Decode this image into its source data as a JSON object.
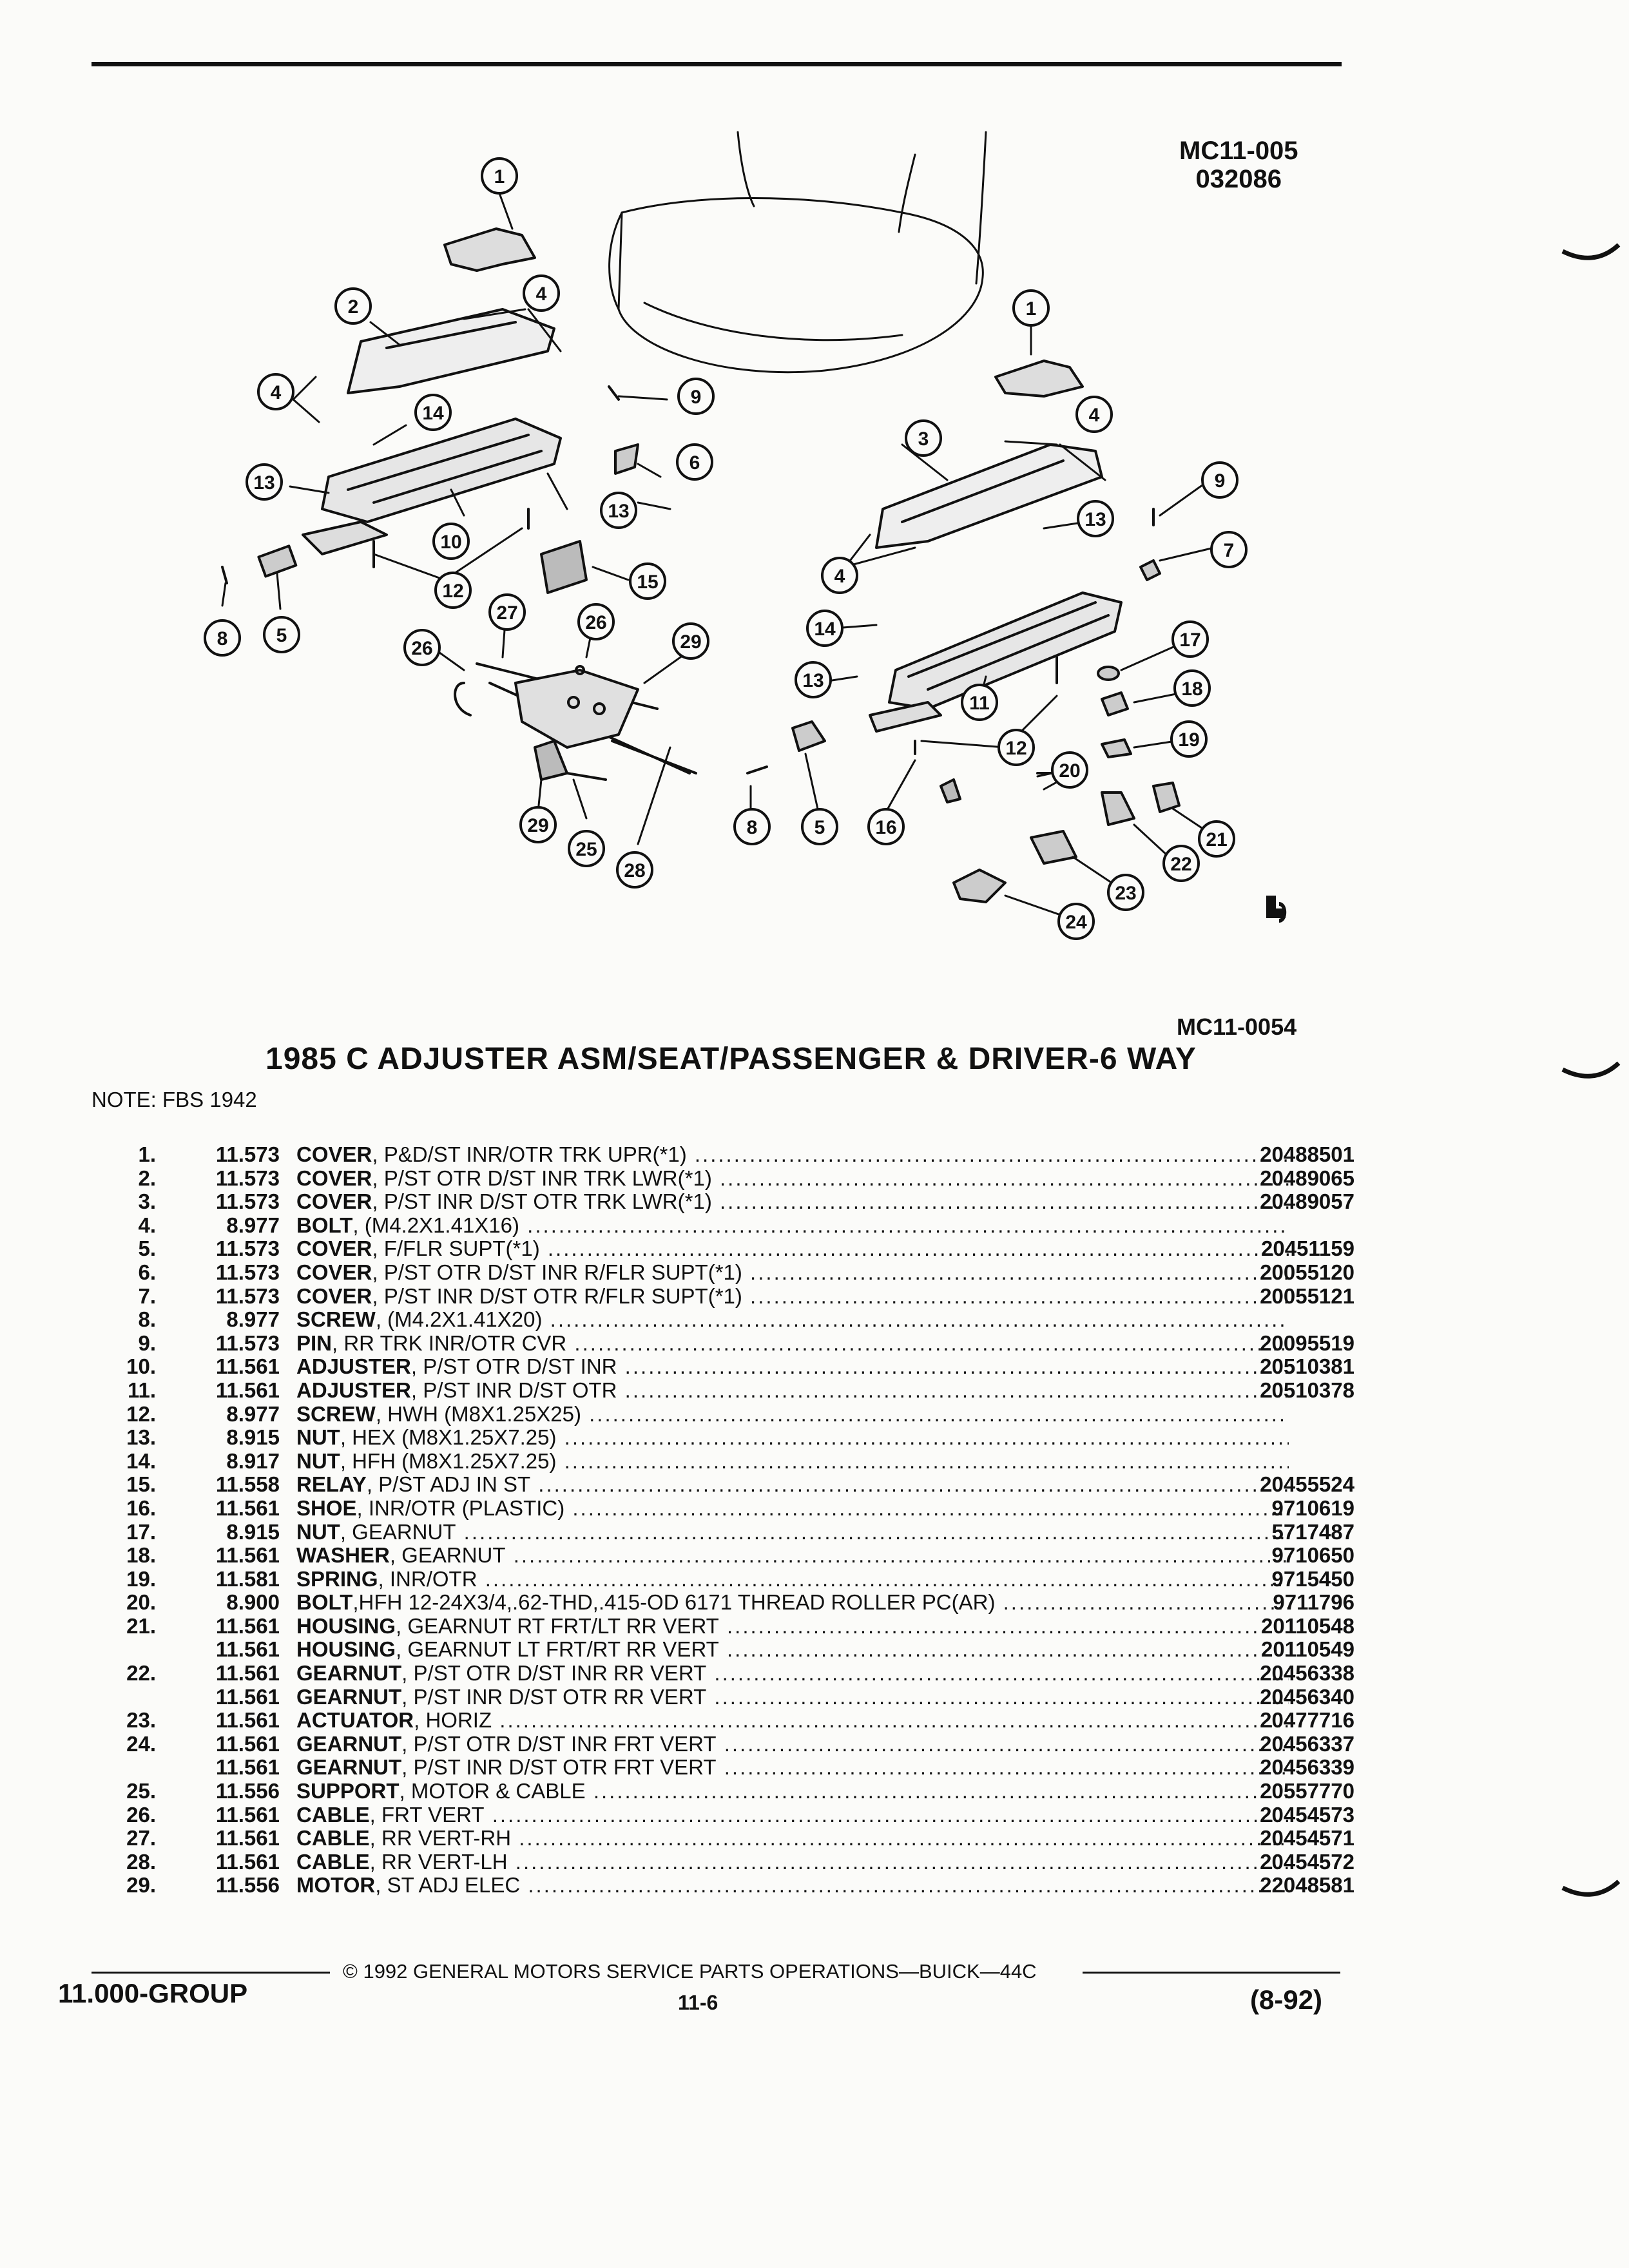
{
  "diagram": {
    "code_top_line1": "MC11-005",
    "code_top_line2": "032086",
    "code_bottom": "MC11-0054",
    "callouts": {
      "c1a": "1",
      "c1b": "1",
      "c2": "2",
      "c3": "3",
      "c4a": "4",
      "c4b": "4",
      "c4c": "4",
      "c4d": "4",
      "c5a": "5",
      "c5b": "5",
      "c6": "6",
      "c7": "7",
      "c8a": "8",
      "c8b": "8",
      "c9a": "9",
      "c9b": "9",
      "c10": "10",
      "c11": "11",
      "c12a": "12",
      "c12b": "12",
      "c13a": "13",
      "c13b": "13",
      "c13c": "13",
      "c13d": "13",
      "c14a": "14",
      "c14b": "14",
      "c15": "15",
      "c16": "16",
      "c17": "17",
      "c18": "18",
      "c19": "19",
      "c20": "20",
      "c21": "21",
      "c22": "22",
      "c23": "23",
      "c24": "24",
      "c25": "25",
      "c26a": "26",
      "c26b": "26",
      "c27": "27",
      "c28": "28",
      "c29a": "29",
      "c29b": "29"
    }
  },
  "title": "1985 C ADJUSTER ASM/SEAT/PASSENGER & DRIVER-6 WAY",
  "note": "NOTE:  FBS 1942",
  "parts": [
    {
      "num": "1.",
      "group": "11.573",
      "name": "COVER",
      "desc": ", P&D/ST INR/OTR TRK UPR(*1)",
      "pn": "20488501"
    },
    {
      "num": "2.",
      "group": "11.573",
      "name": "COVER",
      "desc": ", P/ST OTR D/ST INR TRK LWR(*1)",
      "pn": "20489065"
    },
    {
      "num": "3.",
      "group": "11.573",
      "name": "COVER",
      "desc": ", P/ST INR D/ST OTR TRK LWR(*1)",
      "pn": "20489057"
    },
    {
      "num": "4.",
      "group": "8.977",
      "name": "BOLT",
      "desc": ", (M4.2X1.41X16)",
      "pn": ""
    },
    {
      "num": "5.",
      "group": "11.573",
      "name": "COVER",
      "desc": ", F/FLR SUPT(*1)",
      "pn": "20451159"
    },
    {
      "num": "6.",
      "group": "11.573",
      "name": "COVER",
      "desc": ", P/ST OTR D/ST INR R/FLR SUPT(*1)",
      "pn": "20055120"
    },
    {
      "num": "7.",
      "group": "11.573",
      "name": "COVER",
      "desc": ", P/ST INR D/ST OTR R/FLR SUPT(*1)",
      "pn": "20055121"
    },
    {
      "num": "8.",
      "group": "8.977",
      "name": "SCREW",
      "desc": ", (M4.2X1.41X20)",
      "pn": ""
    },
    {
      "num": "9.",
      "group": "11.573",
      "name": "PIN",
      "desc": ", RR TRK INR/OTR CVR",
      "pn": "20095519"
    },
    {
      "num": "10.",
      "group": "11.561",
      "name": "ADJUSTER",
      "desc": ", P/ST OTR D/ST INR",
      "pn": "20510381"
    },
    {
      "num": "11.",
      "group": "11.561",
      "name": "ADJUSTER",
      "desc": ", P/ST INR D/ST OTR",
      "pn": "20510378"
    },
    {
      "num": "12.",
      "group": "8.977",
      "name": "SCREW",
      "desc": ", HWH (M8X1.25X25)",
      "pn": ""
    },
    {
      "num": "13.",
      "group": "8.915",
      "name": "NUT",
      "desc": ", HEX (M8X1.25X7.25)",
      "pn": ""
    },
    {
      "num": "14.",
      "group": "8.917",
      "name": "NUT",
      "desc": ", HFH (M8X1.25X7.25)",
      "pn": ""
    },
    {
      "num": "15.",
      "group": "11.558",
      "name": "RELAY",
      "desc": ", P/ST ADJ IN ST",
      "pn": "20455524"
    },
    {
      "num": "16.",
      "group": "11.561",
      "name": "SHOE",
      "desc": ", INR/OTR (PLASTIC)",
      "pn": "9710619"
    },
    {
      "num": "17.",
      "group": "8.915",
      "name": "NUT",
      "desc": ", GEARNUT",
      "pn": "5717487"
    },
    {
      "num": "18.",
      "group": "11.561",
      "name": "WASHER",
      "desc": ", GEARNUT",
      "pn": "9710650"
    },
    {
      "num": "19.",
      "group": "11.581",
      "name": "SPRING",
      "desc": ", INR/OTR",
      "pn": "9715450"
    },
    {
      "num": "20.",
      "group": "8.900",
      "name": "BOLT",
      "desc": ",HFH 12-24X3/4,.62-THD,.415-OD 6171 THREAD ROLLER PC(AR)",
      "pn": "9711796"
    },
    {
      "num": "21.",
      "group": "11.561",
      "name": "HOUSING",
      "desc": ", GEARNUT RT FRT/LT RR VERT",
      "pn": "20110548"
    },
    {
      "num": "",
      "group": "11.561",
      "name": "HOUSING",
      "desc": ", GEARNUT LT FRT/RT RR VERT",
      "pn": "20110549"
    },
    {
      "num": "22.",
      "group": "11.561",
      "name": "GEARNUT",
      "desc": ", P/ST OTR D/ST INR RR VERT",
      "pn": "20456338"
    },
    {
      "num": "",
      "group": "11.561",
      "name": "GEARNUT",
      "desc": ", P/ST INR D/ST OTR RR VERT",
      "pn": "20456340"
    },
    {
      "num": "23.",
      "group": "11.561",
      "name": "ACTUATOR",
      "desc": ", HORIZ",
      "pn": "20477716"
    },
    {
      "num": "24.",
      "group": "11.561",
      "name": "GEARNUT",
      "desc": ", P/ST OTR D/ST INR FRT VERT",
      "pn": "20456337"
    },
    {
      "num": "",
      "group": "11.561",
      "name": "GEARNUT",
      "desc": ", P/ST INR D/ST OTR FRT VERT",
      "pn": "20456339"
    },
    {
      "num": "25.",
      "group": "11.556",
      "name": "SUPPORT",
      "desc": ", MOTOR & CABLE",
      "pn": "20557770"
    },
    {
      "num": "26.",
      "group": "11.561",
      "name": "CABLE",
      "desc": ", FRT VERT",
      "pn": "20454573"
    },
    {
      "num": "27.",
      "group": "11.561",
      "name": "CABLE",
      "desc": ", RR VERT-RH",
      "pn": "20454571"
    },
    {
      "num": "28.",
      "group": "11.561",
      "name": "CABLE",
      "desc": ", RR VERT-LH",
      "pn": "20454572"
    },
    {
      "num": "29.",
      "group": "11.556",
      "name": "MOTOR",
      "desc": ", ST ADJ ELEC",
      "pn": "22048581"
    }
  ],
  "footer": {
    "copyright": "© 1992 GENERAL MOTORS SERVICE PARTS OPERATIONS—BUICK—44C",
    "group": "11.000-GROUP",
    "page": "11-6",
    "revision": "(8-92)"
  }
}
